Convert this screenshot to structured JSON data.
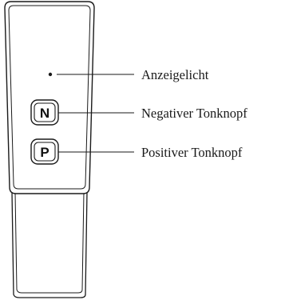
{
  "device": {
    "indicator_label": "Anzeigelicht",
    "negative_button": {
      "letter": "N",
      "label": "Negativer Tonknopf"
    },
    "positive_button": {
      "letter": "P",
      "label": "Positiver Tonknopf"
    }
  },
  "colors": {
    "outline": "#1a1a1a",
    "background": "#ffffff"
  }
}
